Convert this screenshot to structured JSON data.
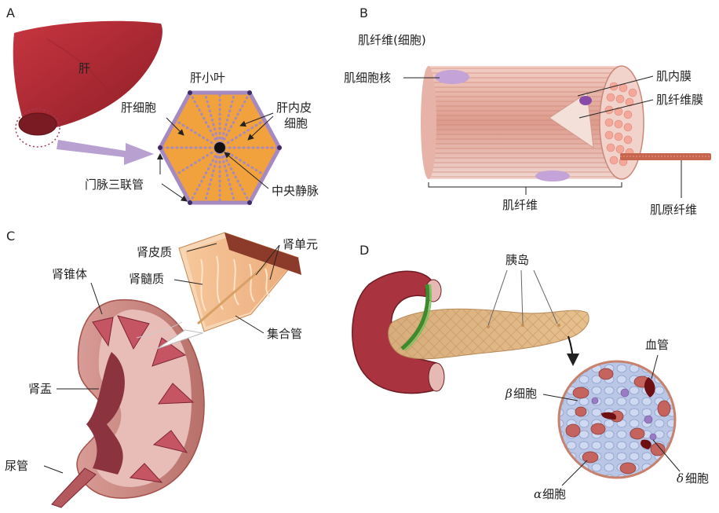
{
  "panels": {
    "A": {
      "letter": "A",
      "organ_label": "肝",
      "lobule_title": "肝小叶",
      "hepatocyte": "肝细胞",
      "endothelial_line1": "肝内皮",
      "endothelial_line2": "细胞",
      "portal_triad": "门脉三联管",
      "central_vein": "中央静脉"
    },
    "B": {
      "letter": "B",
      "title": "肌纤维(细胞)",
      "nucleus": "肌细胞核",
      "endomysium": "肌内膜",
      "sarcolemma": "肌纤维膜",
      "fiber": "肌纤维",
      "myofibril": "肌原纤维"
    },
    "C": {
      "letter": "C",
      "cortex": "肾皮质",
      "nephron": "肾单元",
      "pyramid": "肾锥体",
      "medulla": "肾髓质",
      "collecting_duct": "集合管",
      "pelvis": "肾盂",
      "ureter": "尿管"
    },
    "D": {
      "letter": "D",
      "islet": "胰岛",
      "vessel": "血管",
      "beta_symbol": "β",
      "beta_text": "细胞",
      "alpha_symbol": "α",
      "alpha_text": "细胞",
      "delta_symbol": "δ",
      "delta_text": "细胞"
    }
  },
  "colors": {
    "liver": "#b22a35",
    "lobule_orange": "#f2a23c",
    "lobule_purple": "#a58ac2",
    "muscle": "#e2a598",
    "kidney": "#c98a86",
    "pancreas": "#d9b07e",
    "islet_blue": "#b9c6e6",
    "arrow": "#b8a0d0"
  }
}
